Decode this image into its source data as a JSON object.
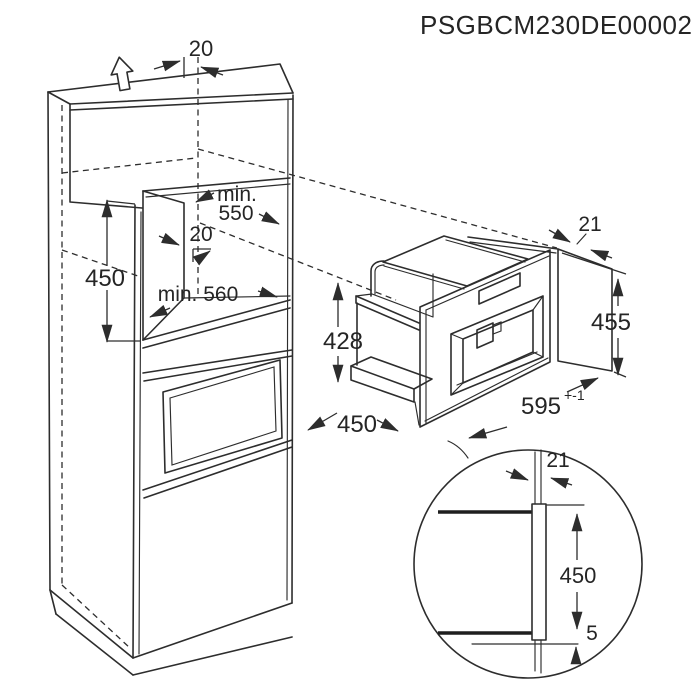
{
  "product_code": "PSGBCM230DE00002",
  "cabinet": {
    "top_clearance": "20",
    "niche_width_label": "min.",
    "niche_width_value": "550",
    "rear_gap": "20",
    "niche_height": "450",
    "niche_depth": "min. 560"
  },
  "appliance": {
    "frame_overhang": "21",
    "body_height": "428",
    "cutout_height": "455",
    "body_depth": "450",
    "cutout_width": "595",
    "cutout_width_tolerance": "+-1"
  },
  "detail": {
    "frame_thickness": "21",
    "front_height": "450",
    "bottom_overhang": "5"
  },
  "colors": {
    "line": "#2d2d2d",
    "background": "#ffffff"
  }
}
